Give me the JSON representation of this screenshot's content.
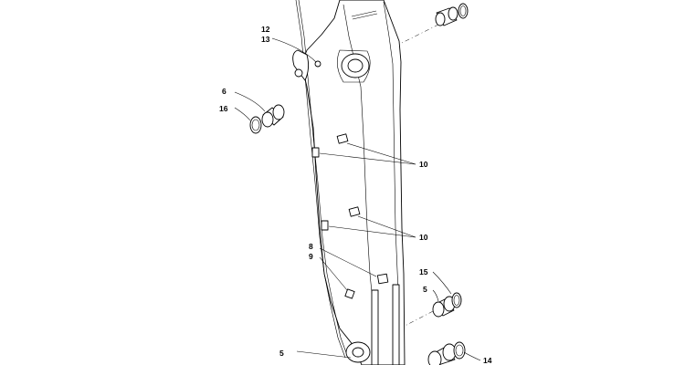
{
  "callouts": {
    "c12": "12",
    "c13": "13",
    "c6": "6",
    "c16": "16",
    "c10a": "10",
    "c10b": "10",
    "c8": "8",
    "c9": "9",
    "c15": "15",
    "c5a": "5",
    "c5b": "5",
    "c14": "14"
  }
}
